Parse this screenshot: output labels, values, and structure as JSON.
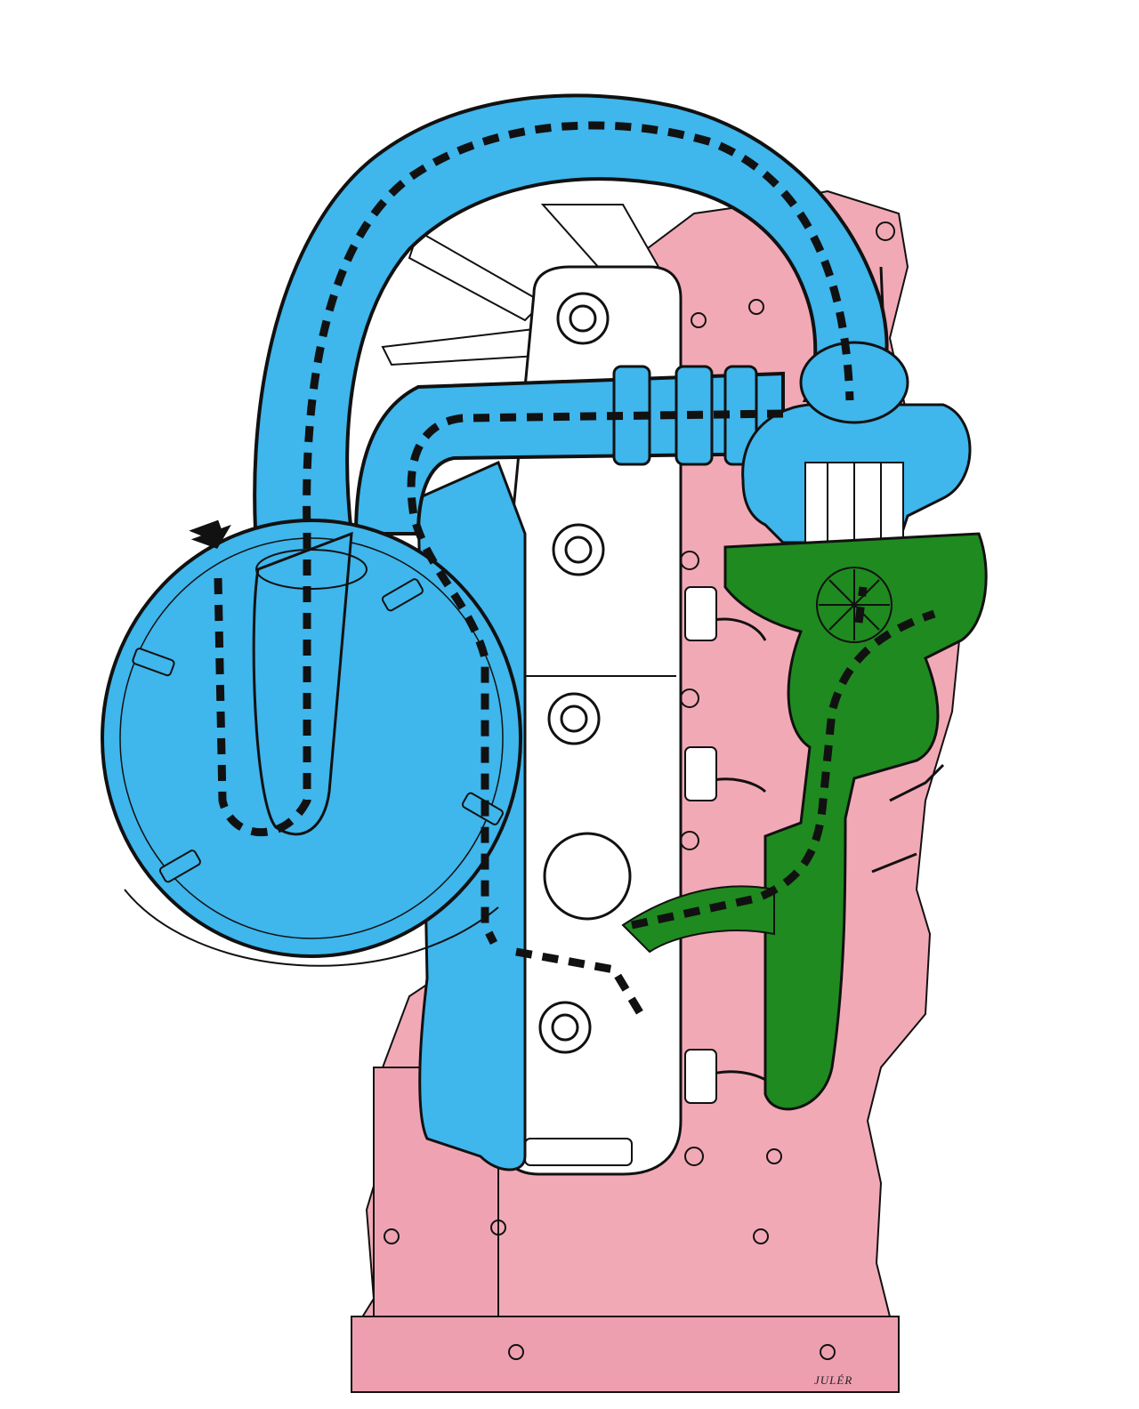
{
  "diagram": {
    "signature": "JULÉR",
    "colors": {
      "intake": "#3FB6EC",
      "exhaust": "#1F8A1F",
      "engine": "#F2A9B6",
      "valve_cover": "#FFFFFF",
      "outline": "#111111",
      "flow_arrow": "#111111"
    },
    "components": [
      "air-filter",
      "intake-hose",
      "intake-manifold",
      "turbocharger",
      "exhaust-manifold",
      "engine-block",
      "valve-cover",
      "inlet-arrow-icon"
    ]
  }
}
